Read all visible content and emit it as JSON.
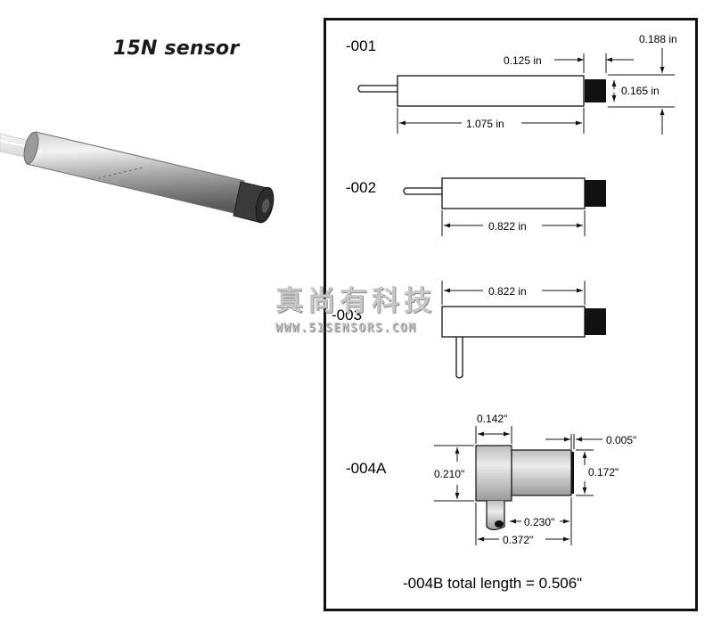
{
  "title": "15N sensor",
  "watermark": {
    "chinese": "真尚有科技",
    "url": "WWW.51SENSORS.COM"
  },
  "variants": [
    {
      "code": "-001",
      "dims": {
        "tip_length": "0.125 in",
        "tip_offset": "0.188 in",
        "tip_height": "0.165 in",
        "body_length": "1.075 in"
      }
    },
    {
      "code": "-002",
      "dims": {
        "body_length": "0.822 in"
      }
    },
    {
      "code": "-003",
      "dims": {
        "body_length": "0.822 in"
      }
    },
    {
      "code": "-004A",
      "dims": {
        "head_length": "0.142\"",
        "tip_gap": "0.005\"",
        "head_height": "0.210\"",
        "barrel_height": "0.172\"",
        "barrel_length": "0.230\"",
        "total_length": "0.372\""
      }
    }
  ],
  "footer_note": "-004B total length = 0.506\"",
  "colors": {
    "line": "#111111",
    "tip": "#111111",
    "metal_light": "#d9d9d9",
    "metal_dark": "#8f8f8f"
  }
}
